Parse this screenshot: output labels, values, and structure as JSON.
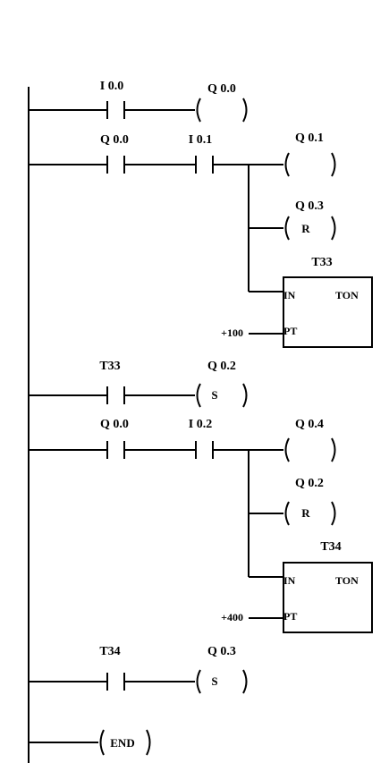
{
  "rungs": [
    {
      "contacts": [
        {
          "label": "I 0.0"
        }
      ],
      "coils": [
        {
          "label": "Q 0.0",
          "type": ""
        }
      ]
    },
    {
      "contacts": [
        {
          "label": "Q 0.0"
        },
        {
          "label": "I 0.1"
        }
      ],
      "coils": [
        {
          "label": "Q 0.1",
          "type": ""
        },
        {
          "label": "Q 0.3",
          "type": "R"
        }
      ],
      "timer": {
        "name": "T33",
        "kind": "TON",
        "in_label": "IN",
        "pt_label": "PT",
        "preset": "+100"
      }
    },
    {
      "contacts": [
        {
          "label": "T33"
        }
      ],
      "coils": [
        {
          "label": "Q 0.2",
          "type": "S"
        }
      ]
    },
    {
      "contacts": [
        {
          "label": "Q 0.0"
        },
        {
          "label": "I 0.2"
        }
      ],
      "coils": [
        {
          "label": "Q 0.4",
          "type": ""
        },
        {
          "label": "Q 0.2",
          "type": "R"
        }
      ],
      "timer": {
        "name": "T34",
        "kind": "TON",
        "in_label": "IN",
        "pt_label": "PT",
        "preset": "+400"
      }
    },
    {
      "contacts": [
        {
          "label": "T34"
        }
      ],
      "coils": [
        {
          "label": "Q 0.3",
          "type": "S"
        }
      ]
    }
  ],
  "end_label": "END"
}
